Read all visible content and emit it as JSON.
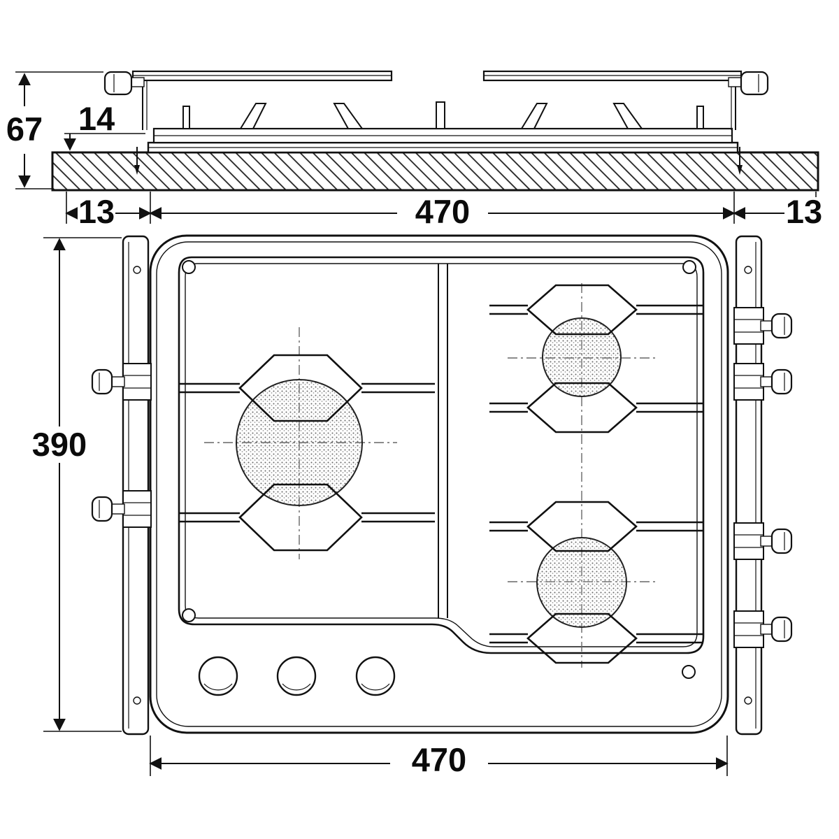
{
  "drawing": {
    "kind": "installation-dimension-drawing",
    "subject": "three-burner built-in gas hob",
    "views": {
      "section": "side section through worktop",
      "plan": "top plan view"
    },
    "line_color": "#111111",
    "background_color": "#ffffff"
  },
  "dimensions": {
    "section_total_height": "67",
    "section_height_above_worktop": "14",
    "section_flange_left": "13",
    "section_cutout_width": "470",
    "section_flange_right": "13",
    "plan_depth": "390",
    "plan_width": "470"
  }
}
